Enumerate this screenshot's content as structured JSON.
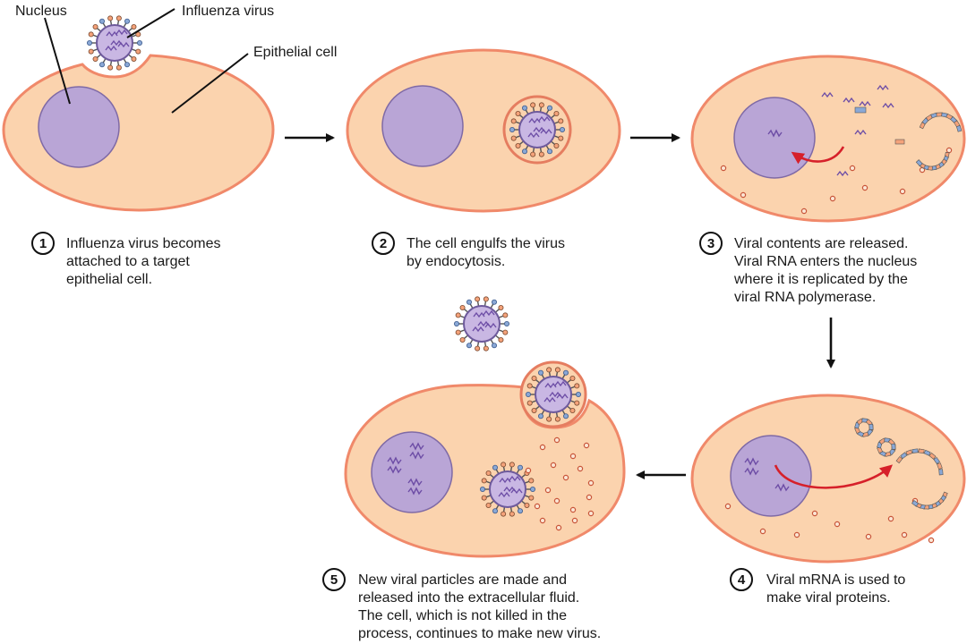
{
  "labels": {
    "nucleus": "Nucleus",
    "virus": "Influenza virus",
    "cell": "Epithelial cell"
  },
  "steps": [
    {
      "number": "1",
      "lines": [
        "Influenza virus becomes",
        "attached to a target",
        "epithelial cell."
      ]
    },
    {
      "number": "2",
      "lines": [
        "The cell engulfs the virus",
        "by endocytosis."
      ]
    },
    {
      "number": "3",
      "lines": [
        "Viral contents are released.",
        "Viral RNA enters the nucleus",
        "where it is replicated by the",
        "viral RNA polymerase."
      ]
    },
    {
      "number": "4",
      "lines": [
        "Viral mRNA is used to",
        "make viral proteins."
      ]
    },
    {
      "number": "5",
      "lines": [
        "New viral particles are made and",
        "released into the extracellular fluid.",
        "The cell, which is not killed in the",
        "process, continues to make new virus."
      ]
    }
  ],
  "colors": {
    "cytoplasm": "#fbd3ae",
    "membrane": "#f0896a",
    "nucleus": "#b9a5d6",
    "virus": "#c9b7e3",
    "red_arrow": "#d6202a"
  }
}
